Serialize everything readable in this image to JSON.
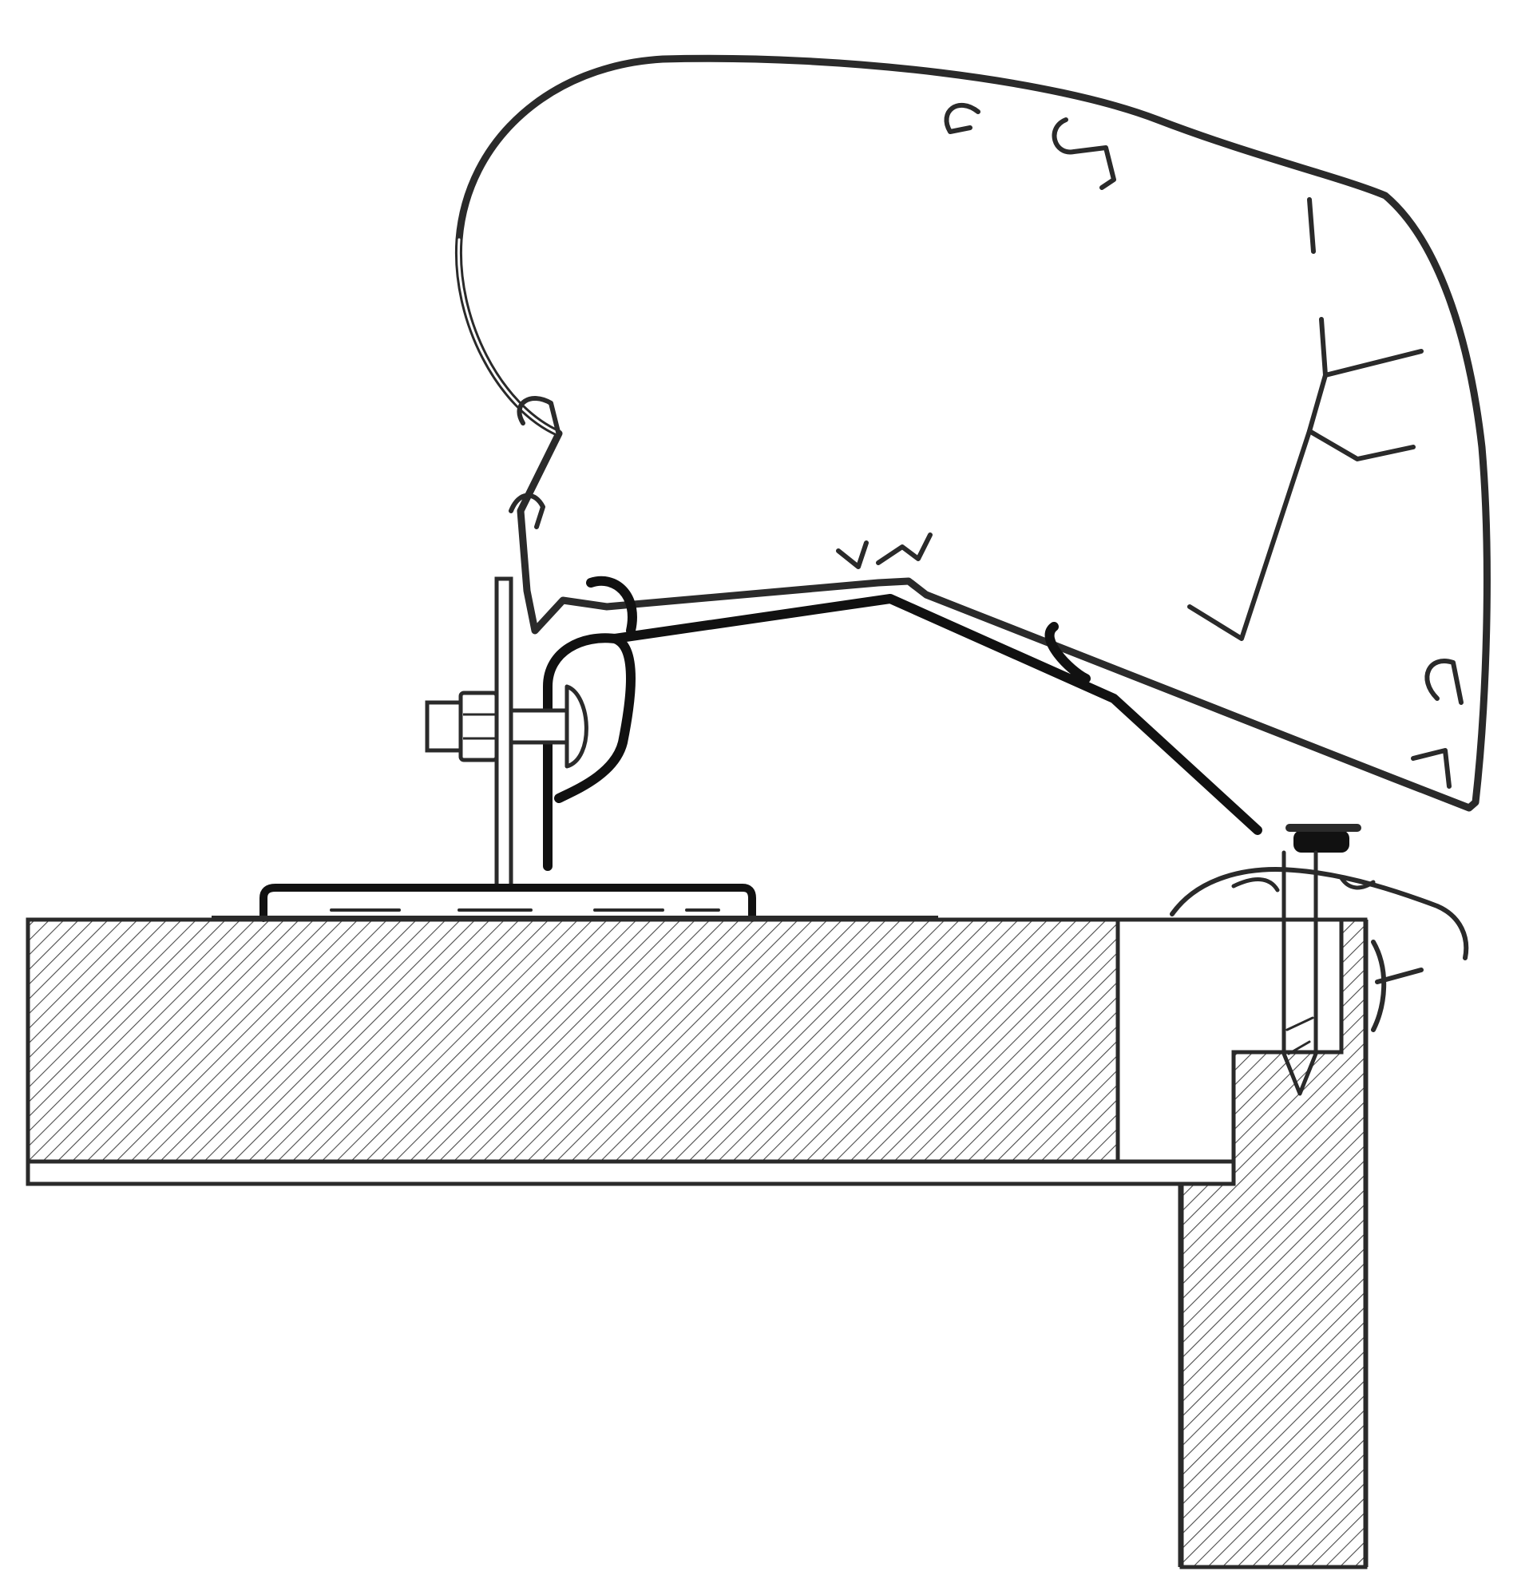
{
  "diagram": {
    "kind": "technical-cross-section",
    "components": [
      "awning-cassette-profile",
      "mounting-bracket",
      "roof-rail-profile",
      "wood-roof-panel",
      "wood-side-wall",
      "bolt-and-nut",
      "fixing-screw",
      "base-plate"
    ]
  },
  "colors": {
    "ink": "#2a2a2a",
    "fill": "#ffffff",
    "hatch": "#4a4a4a"
  }
}
